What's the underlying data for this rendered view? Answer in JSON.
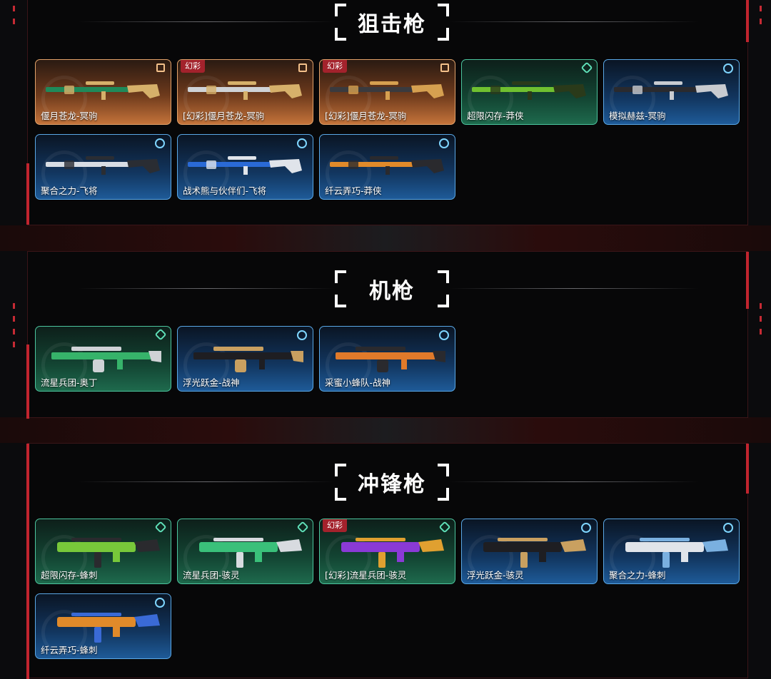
{
  "sections": [
    {
      "title": "狙击枪",
      "items": [
        {
          "name": "偃月苍龙-冥驹",
          "rarity": "gold",
          "badge": "",
          "icon": "pentagon-tier-icon",
          "colors": [
            "#1f8a5a",
            "#d6b06a"
          ]
        },
        {
          "name": "[幻彩]偃月苍龙-冥驹",
          "rarity": "gold",
          "badge": "幻彩",
          "icon": "pentagon-tier-icon",
          "colors": [
            "#cfd2d6",
            "#d6b06a"
          ]
        },
        {
          "name": "[幻彩]偃月苍龙-冥驹",
          "rarity": "gold",
          "badge": "幻彩",
          "icon": "pentagon-tier-icon",
          "colors": [
            "#3a3a3e",
            "#d6a050"
          ]
        },
        {
          "name": "超限闪存-莽侠",
          "rarity": "green",
          "badge": "",
          "icon": "diamond-tier-icon",
          "colors": [
            "#6fc030",
            "#2a3a1a"
          ]
        },
        {
          "name": "模拟赫兹-冥驹",
          "rarity": "blue",
          "badge": "",
          "icon": "ring-tier-icon",
          "colors": [
            "#2a2a2e",
            "#c8cbd0"
          ]
        },
        {
          "name": "聚合之力-飞将",
          "rarity": "blue",
          "badge": "",
          "icon": "ring-tier-icon",
          "colors": [
            "#d8dde4",
            "#2a2d33"
          ]
        },
        {
          "name": "战术熊与伙伴们-飞将",
          "rarity": "blue",
          "badge": "",
          "icon": "ring-tier-icon",
          "colors": [
            "#2a6ad6",
            "#e0e4ea"
          ]
        },
        {
          "name": "纤云弄巧-莽侠",
          "rarity": "blue",
          "badge": "",
          "icon": "ring-tier-icon",
          "colors": [
            "#e08a2a",
            "#2a2a2e"
          ]
        }
      ]
    },
    {
      "title": "机枪",
      "items": [
        {
          "name": "流星兵团-奥丁",
          "rarity": "green",
          "badge": "",
          "icon": "diamond-tier-icon",
          "colors": [
            "#36b36a",
            "#cfd2d6"
          ]
        },
        {
          "name": "浮光跃金-战神",
          "rarity": "blue",
          "badge": "",
          "icon": "ring-tier-icon",
          "colors": [
            "#1e1e22",
            "#c9a060"
          ]
        },
        {
          "name": "采蜜小蜂队-战神",
          "rarity": "blue",
          "badge": "",
          "icon": "ring-tier-icon",
          "colors": [
            "#e07a2a",
            "#2a2a2e"
          ]
        }
      ]
    },
    {
      "title": "冲锋枪",
      "items": [
        {
          "name": "超限闪存-蜂刺",
          "rarity": "green",
          "badge": "",
          "icon": "diamond-tier-icon",
          "colors": [
            "#78c83a",
            "#2a2a2e"
          ]
        },
        {
          "name": "流星兵团-骇灵",
          "rarity": "green",
          "badge": "",
          "icon": "diamond-tier-icon",
          "colors": [
            "#3ac07a",
            "#d8dbe0"
          ]
        },
        {
          "name": "[幻彩]流星兵团-骇灵",
          "rarity": "green",
          "badge": "幻彩",
          "icon": "diamond-tier-icon",
          "colors": [
            "#8a3ad6",
            "#e0a030"
          ]
        },
        {
          "name": "浮光跃金-骇灵",
          "rarity": "blue",
          "badge": "",
          "icon": "ring-tier-icon",
          "colors": [
            "#1e1e22",
            "#c9a060"
          ]
        },
        {
          "name": "聚合之力-蜂刺",
          "rarity": "blue",
          "badge": "",
          "icon": "ring-tier-icon",
          "colors": [
            "#e0e4ea",
            "#7ab0e0"
          ]
        },
        {
          "name": "纤云弄巧-蜂刺",
          "rarity": "blue",
          "badge": "",
          "icon": "ring-tier-icon",
          "colors": [
            "#e08a2a",
            "#3a6ad6"
          ]
        }
      ]
    }
  ]
}
